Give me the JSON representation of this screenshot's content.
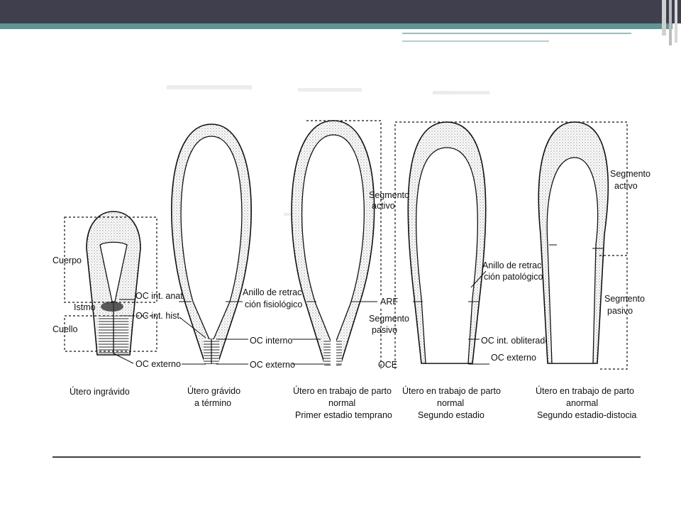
{
  "labels": {
    "cuerpo": "Cuerpo",
    "istmo": "Istmo",
    "cuello": "Cuello",
    "oc_int_anat": "OC int. anat.",
    "oc_int_hist": "OC int. hist.",
    "oc_externo_1": "OC externo",
    "anillo_fisio_1": "Anillo de retrac-",
    "anillo_fisio_2": "ción fisiológico",
    "oc_interno": "OC interno",
    "oc_externo_2": "OC externo",
    "segmento_activo_1a": "Segmento",
    "segmento_activo_1b": "activo",
    "arf": "ARF",
    "segmento_pasivo_1a": "Segmento",
    "segmento_pasivo_1b": "pasivo",
    "oce": "OCE",
    "anillo_pato_1": "Anillo de retrac-",
    "anillo_pato_2": "ción patológico",
    "oc_int_obliterado": "OC int. obliterado",
    "oc_externo_3": "OC externo",
    "segmento_activo_2a": "Segmento",
    "segmento_activo_2b": "activo",
    "segmento_pasivo_2a": "Segmento",
    "segmento_pasivo_2b": "pasivo"
  },
  "captions": {
    "c1_l1": "Útero ingrávido",
    "c2_l1": "Útero grávido",
    "c2_l2": "a término",
    "c3_l1": "Útero en trabajo de parto",
    "c3_l2": "normal",
    "c3_l3": "Primer estadio temprano",
    "c4_l1": "Útero en trabajo de parto",
    "c4_l2": "normal",
    "c4_l3": "Segundo estadio",
    "c5_l1": "Útero en trabajo de parto",
    "c5_l2": "anormal",
    "c5_l3": "Segundo estadio-distocia"
  },
  "colors": {
    "header": "#3f3f4e",
    "accent": "#5f9595",
    "ink": "#111111"
  }
}
